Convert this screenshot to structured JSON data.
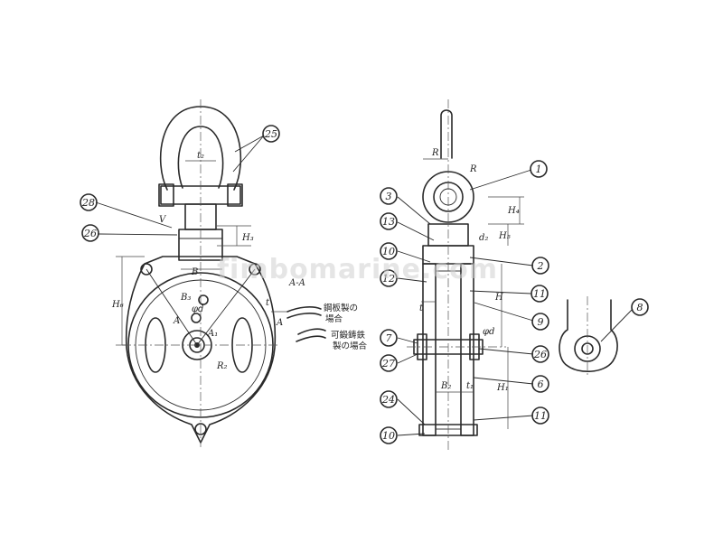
{
  "callouts": {
    "c25": "25",
    "c28": "28",
    "c26a": "26",
    "c1": "1",
    "c3": "3",
    "c13": "13",
    "c10a": "10",
    "c12": "12",
    "c2": "2",
    "c11a": "11",
    "c9": "9",
    "c7": "7",
    "c27": "27",
    "c26b": "26",
    "c6": "6",
    "c24": "24",
    "c11b": "11",
    "c10b": "10",
    "c8": "8"
  },
  "dimension_labels": {
    "R": "R",
    "R1": "R",
    "H4": "H₄",
    "H5": "H₅",
    "H3": "H₃",
    "t2": "t₂",
    "B": "B",
    "H6": "H₆",
    "B3": "B₃",
    "phi_d": "φd",
    "phi_d1": "φd",
    "t": "t",
    "H": "H",
    "H1": "H₁",
    "B2": "B₂",
    "t1": "t₁",
    "A_left": "A",
    "A_right": "A",
    "A1": "A₁",
    "R2": "R₂",
    "t3": "t",
    "V": "V",
    "section_aa": "A-A",
    "d2": "d₂"
  },
  "notes": {
    "steel_plate": "鋼板製の",
    "steel_plate_2": "場合",
    "malleable": "可鍛鋳鉄",
    "malleable_2": "製の場合"
  },
  "watermark": "fimbomarine.com"
}
